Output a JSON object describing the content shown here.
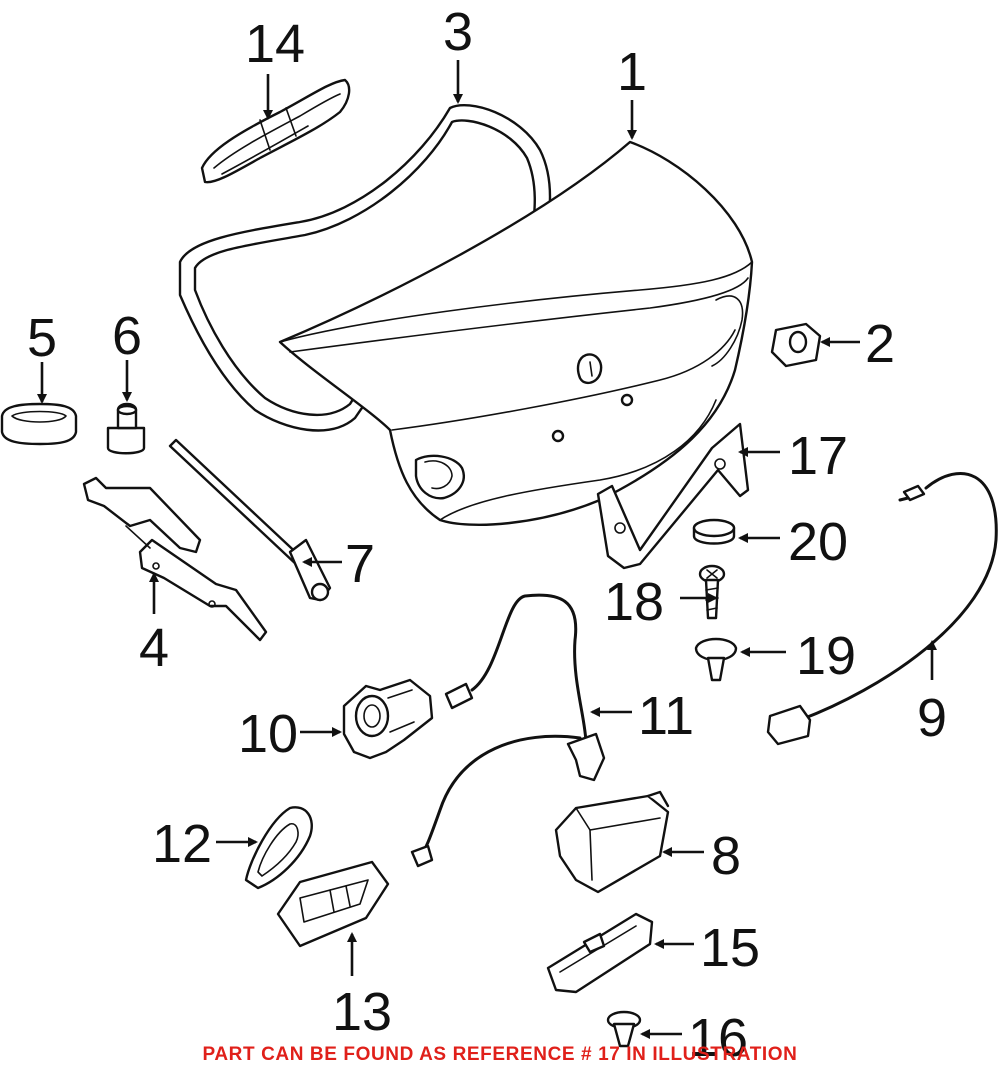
{
  "labels": {
    "n1": "1",
    "n2": "2",
    "n3": "3",
    "n4": "4",
    "n5": "5",
    "n6": "6",
    "n7": "7",
    "n8": "8",
    "n9": "9",
    "n10": "10",
    "n11": "11",
    "n12": "12",
    "n13": "13",
    "n14": "14",
    "n15": "15",
    "n16": "16",
    "n17": "17",
    "n18": "18",
    "n19": "19",
    "n20": "20"
  },
  "caption": "PART CAN BE FOUND AS REFERENCE # 17 IN ILLUSTRATION",
  "colors": {
    "line": "#111111",
    "caption": "#e0201a",
    "background": "#ffffff"
  },
  "highlighted_reference": "17"
}
